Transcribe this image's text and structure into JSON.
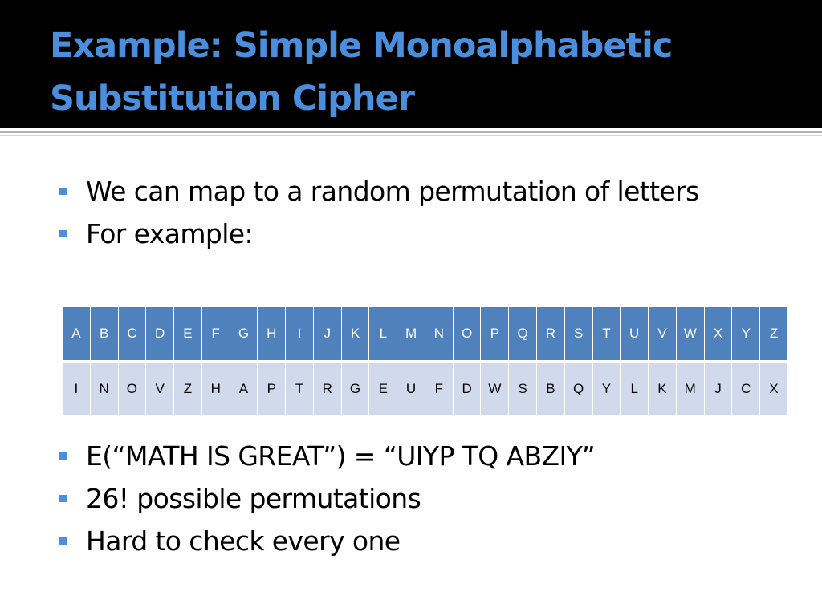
{
  "slide": {
    "title_line1": "Example: Simple Monoalphabetic",
    "title_line2": "Substitution Cipher",
    "bullets_top": [
      "We can map to a random permutation of letters",
      "For example:"
    ],
    "bullets_bottom": [
      "E(“MATH IS GREAT”) = “UIYP TQ ABZIY”",
      "26! possible permutations",
      "Hard to check every one"
    ]
  },
  "cipher_table": {
    "plain": [
      "A",
      "B",
      "C",
      "D",
      "E",
      "F",
      "G",
      "H",
      "I",
      "J",
      "K",
      "L",
      "M",
      "N",
      "O",
      "P",
      "Q",
      "R",
      "S",
      "T",
      "U",
      "V",
      "W",
      "X",
      "Y",
      "Z"
    ],
    "cipher": [
      "I",
      "N",
      "O",
      "V",
      "Z",
      "H",
      "A",
      "P",
      "T",
      "R",
      "G",
      "E",
      "U",
      "F",
      "D",
      "W",
      "S",
      "B",
      "Q",
      "Y",
      "L",
      "K",
      "M",
      "J",
      "C",
      "X"
    ]
  },
  "colors": {
    "title": "#4a8ede",
    "header_row": "#4f81bd",
    "body_row": "#d1daec",
    "bullet_marker": "#4a8ede"
  }
}
